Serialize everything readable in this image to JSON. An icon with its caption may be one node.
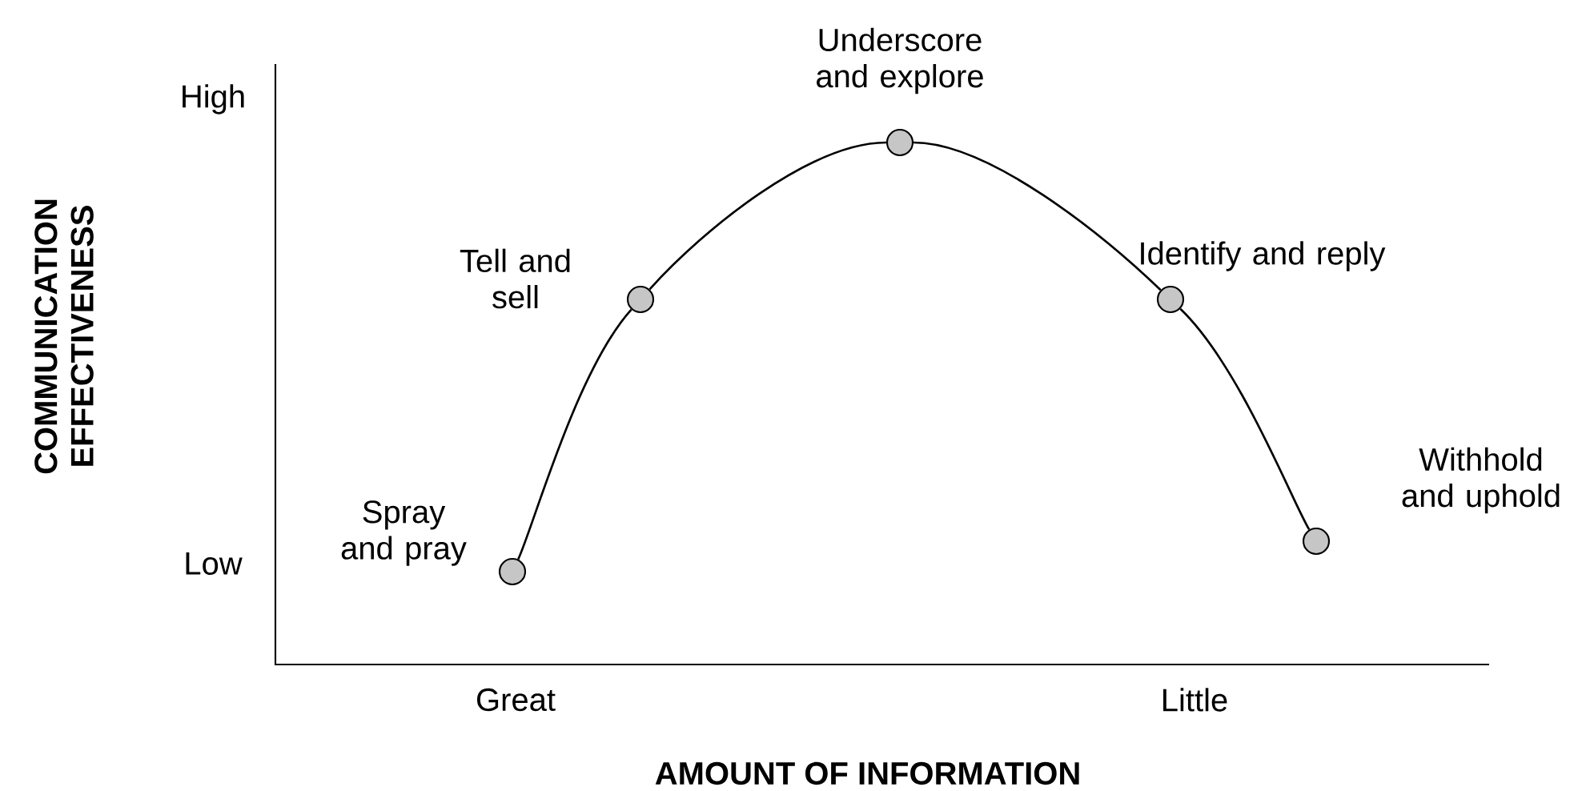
{
  "diagram": {
    "nodes": [
      {
        "text": [],
        "shape": "circle",
        "beside": [
          "Spray and pray"
        ]
      },
      {
        "text": [],
        "shape": "circle",
        "beside": [
          "Tell and sell"
        ]
      },
      {
        "text": [],
        "shape": "circle",
        "beside": [
          "Underscore and explore"
        ]
      },
      {
        "text": [],
        "shape": "circle",
        "beside": [
          "Identify and reply"
        ]
      },
      {
        "text": [],
        "shape": "circle",
        "beside": [
          "Withhold and uphold"
        ]
      }
    ],
    "edges": [
      {
        "from": 0,
        "to": 1,
        "arrow": "none"
      },
      {
        "from": 1,
        "to": 2,
        "arrow": "none"
      },
      {
        "from": 2,
        "to": 3,
        "arrow": "none"
      },
      {
        "from": 3,
        "to": 4,
        "arrow": "none"
      }
    ],
    "labels": [
      "High",
      "Low",
      "Great",
      "Little",
      "COMMUNICATION EFFECTIVENESS",
      "AMOUNT OF INFORMATION"
    ]
  }
}
